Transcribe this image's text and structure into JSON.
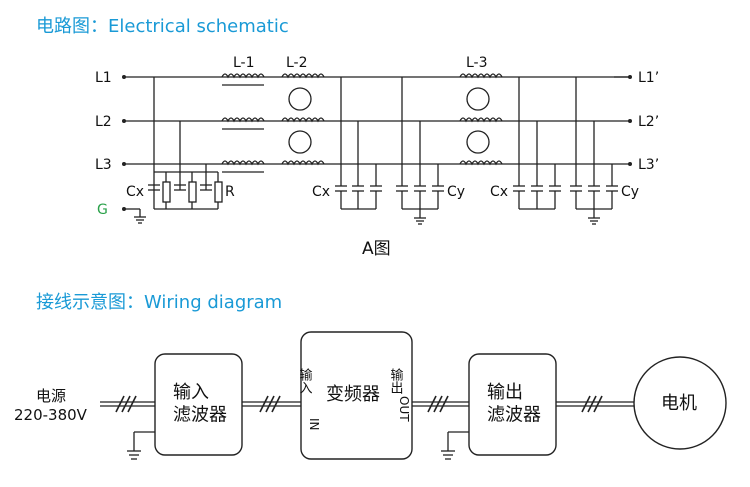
{
  "schematic": {
    "heading": "电路图：Electrical schematic",
    "caption": "A图",
    "lines_in": [
      "L1",
      "L2",
      "L3"
    ],
    "lines_out": [
      "L1’",
      "L2’",
      "L3’"
    ],
    "ground_label": "G",
    "inductor_labels": [
      "L-1",
      "L-2",
      "L-3"
    ],
    "cx_label": "Cx",
    "cy_label": "Cy",
    "r_label": "R",
    "colors": {
      "heading": "#1a9ad6",
      "ground": "#2aa14a",
      "line": "#222222"
    }
  },
  "wiring": {
    "heading": "接线示意图：Wiring diagram",
    "power_label": "电源",
    "voltage_label": "220-380V",
    "input_filter": "输入\n滤波器",
    "vfd": "变频器",
    "vfd_in_cn": "输入",
    "vfd_in_en": "IN",
    "vfd_out_cn": "输出",
    "vfd_out_en": "OUT",
    "output_filter": "输出\n滤波器",
    "motor": "电机"
  }
}
